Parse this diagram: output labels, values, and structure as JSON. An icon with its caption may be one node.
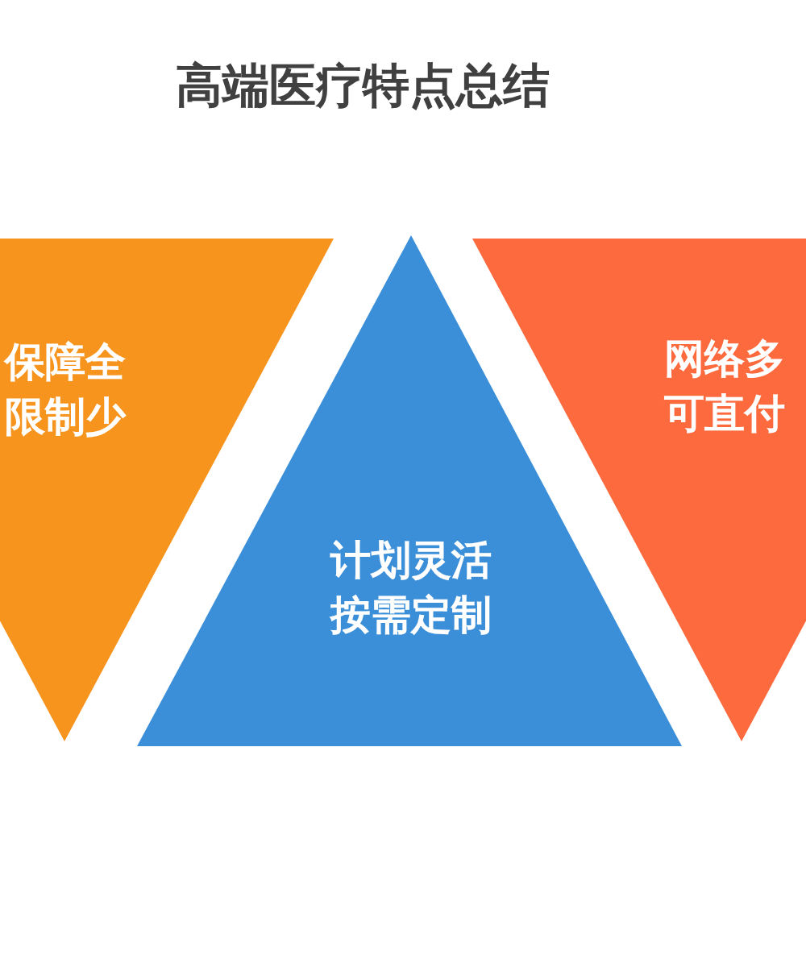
{
  "diagram": {
    "title": "高端医疗特点总结",
    "nodes": [
      {
        "text": [
          "保障全限制少"
        ]
      },
      {
        "text": [
          "计划灵活按需定制"
        ]
      },
      {
        "text": [
          "网络多可直付"
        ]
      }
    ]
  }
}
